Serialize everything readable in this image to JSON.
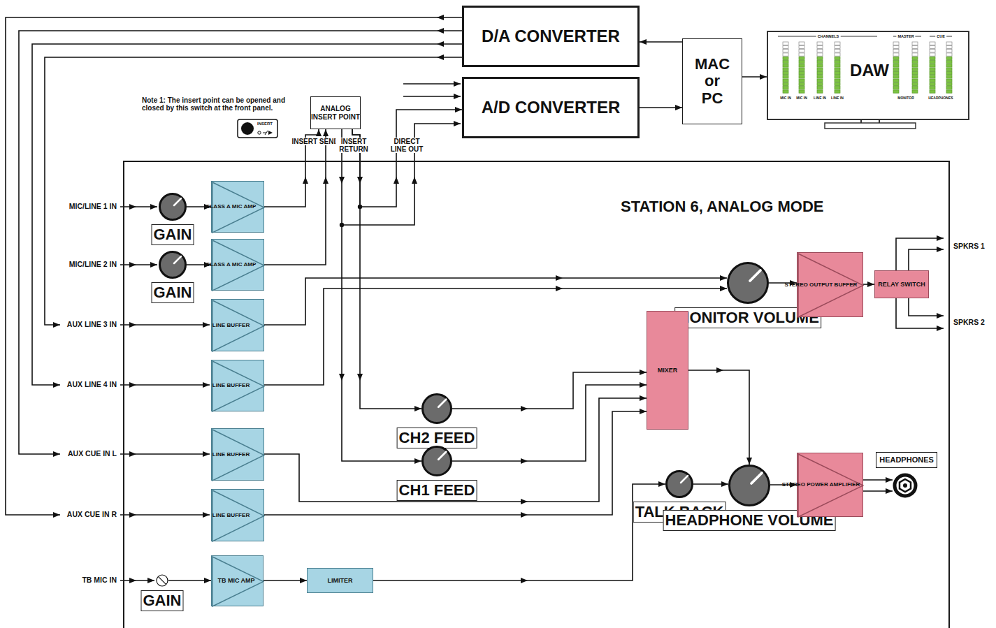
{
  "diagram": {
    "nodes": [
      {
        "text": [
          "D/A CONVERTER"
        ]
      },
      {
        "text": [
          "A/D CONVERTER"
        ]
      },
      {
        "text": [
          "MAC or PC"
        ]
      },
      {
        "text": [
          "DAW"
        ]
      },
      {
        "text": [
          "ANALOG INSERT POINT"
        ]
      },
      {
        "text": [
          "STATION 6, ANALOG MODE"
        ]
      },
      {
        "text": [
          "GAIN"
        ],
        "in": 5
      },
      {
        "text": [
          "CLASS A MIC AMP"
        ],
        "in": 5
      },
      {
        "text": [
          "GAIN"
        ],
        "in": 5
      },
      {
        "text": [
          "CLASS A MIC AMP"
        ],
        "in": 5
      },
      {
        "text": [
          "LINE BUFFER"
        ],
        "in": 5
      },
      {
        "text": [
          "MONITOR VOLUME"
        ],
        "in": 5
      },
      {
        "text": [
          "STEREO OUTPUT BUFFER"
        ],
        "in": 5
      },
      {
        "text": [
          "RELAY SWITCH"
        ],
        "in": 5
      },
      {
        "text": [
          "LINE BUFFER"
        ],
        "in": 5
      },
      {
        "text": [
          "MIXER"
        ],
        "in": 5
      },
      {
        "text": [
          "CH2 FEED"
        ],
        "in": 5
      },
      {
        "text": [
          "LINE BUFFER"
        ],
        "in": 5
      },
      {
        "text": [
          "CH1 FEED"
        ],
        "in": 5
      },
      {
        "text": [
          "HEADPHONES"
        ],
        "in": 5
      },
      {
        "text": [
          "LINE BUFFER"
        ],
        "in": 5
      },
      {
        "text": [
          "TALK BACK"
        ],
        "in": 5
      },
      {
        "text": [
          "HEADPHONE VOLUME"
        ],
        "in": 5
      },
      {
        "text": [
          "STEREO POWER AMPLIFIER"
        ],
        "in": 5
      },
      {
        "text": [
          "GAIN"
        ],
        "in": 5
      },
      {
        "text": [
          "TB MIC AMP"
        ],
        "in": 5
      },
      {
        "text": [
          "LIMITER"
        ],
        "in": 5
      }
    ],
    "edges": [
      {
        "from": 2,
        "to": 0,
        "arrow": "to"
      },
      {
        "from": 1,
        "to": 2,
        "arrow": "to"
      },
      {
        "from": 2,
        "to": 3,
        "arrow": "to"
      },
      {
        "from": 6,
        "to": 7,
        "arrow": "to"
      },
      {
        "from": 8,
        "to": 9,
        "arrow": "to"
      },
      {
        "from": 7,
        "to": 4,
        "arrow": "to"
      },
      {
        "from": 9,
        "to": 4,
        "arrow": "to"
      },
      {
        "from": 4,
        "to": 18,
        "arrow": "to"
      },
      {
        "from": 4,
        "to": 16,
        "arrow": "to"
      },
      {
        "from": 4,
        "to": 1,
        "arrow": "to"
      },
      {
        "from": 10,
        "to": 11,
        "arrow": "to"
      },
      {
        "from": 14,
        "to": 11,
        "arrow": "to"
      },
      {
        "from": 11,
        "to": 12,
        "arrow": "to"
      },
      {
        "from": 12,
        "to": 13,
        "arrow": "to"
      },
      {
        "from": 16,
        "to": 15,
        "arrow": "to"
      },
      {
        "from": 18,
        "to": 15,
        "arrow": "to"
      },
      {
        "from": 17,
        "to": 15,
        "arrow": "to"
      },
      {
        "from": 20,
        "to": 15,
        "arrow": "to"
      },
      {
        "from": 15,
        "to": 22,
        "arrow": "to"
      },
      {
        "from": 24,
        "to": 25,
        "arrow": "to"
      },
      {
        "from": 25,
        "to": 26,
        "arrow": "to"
      },
      {
        "from": 26,
        "to": 21,
        "arrow": "to"
      },
      {
        "from": 21,
        "to": 22,
        "arrow": "to"
      },
      {
        "from": 22,
        "to": 23,
        "arrow": "to"
      }
    ],
    "labels": [
      "Note 1: The insert point can be opened and closed by this switch at the front panel.",
      "INSERT",
      "INSERT SEND",
      "INSERT RETURN",
      "DIRECT LINE OUT",
      "MIC/LINE 1 IN",
      "MIC/LINE 2 IN",
      "AUX LINE 3 IN",
      "AUX LINE 4 IN",
      "AUX CUE IN L",
      "AUX CUE IN R",
      "TB MIC IN",
      "SPKRS 1",
      "SPKRS 2",
      "CHANNELS",
      "MASTER",
      "CUE",
      "MIC IN",
      "MIC IN",
      "LINE IN",
      "LINE IN",
      "MONITOR",
      "HEADPHONES"
    ]
  }
}
